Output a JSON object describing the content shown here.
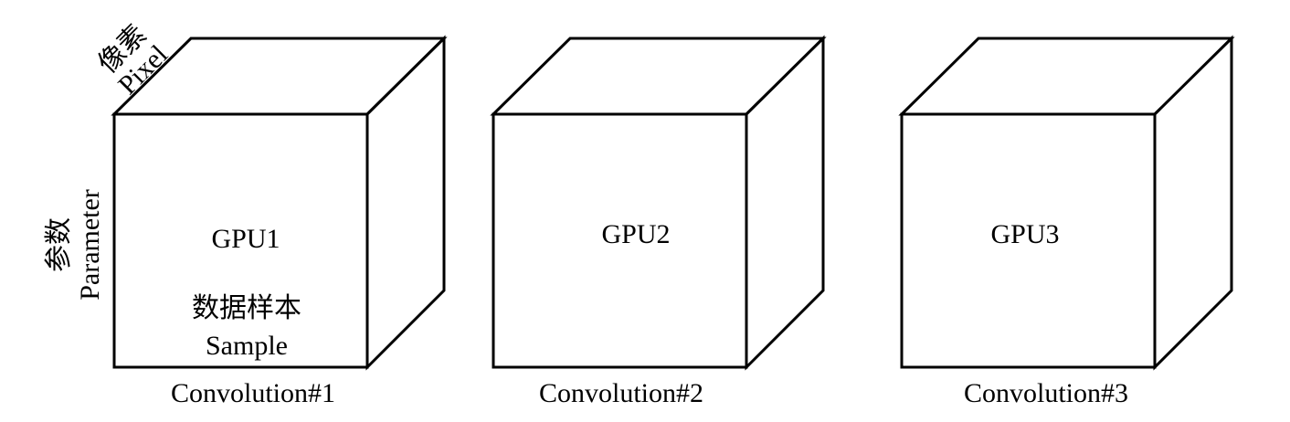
{
  "cubes": [
    {
      "gpu_label": "GPU1",
      "caption": "Convolution#1"
    },
    {
      "gpu_label": "GPU2",
      "caption": "Convolution#2"
    },
    {
      "gpu_label": "GPU3",
      "caption": "Convolution#3"
    }
  ],
  "axis_labels": {
    "pixel_zh": "像素",
    "pixel_en": "Pixel",
    "parameter_zh": "参数",
    "parameter_en": "Parameter",
    "sample_zh": "数据样本",
    "sample_en": "Sample"
  }
}
